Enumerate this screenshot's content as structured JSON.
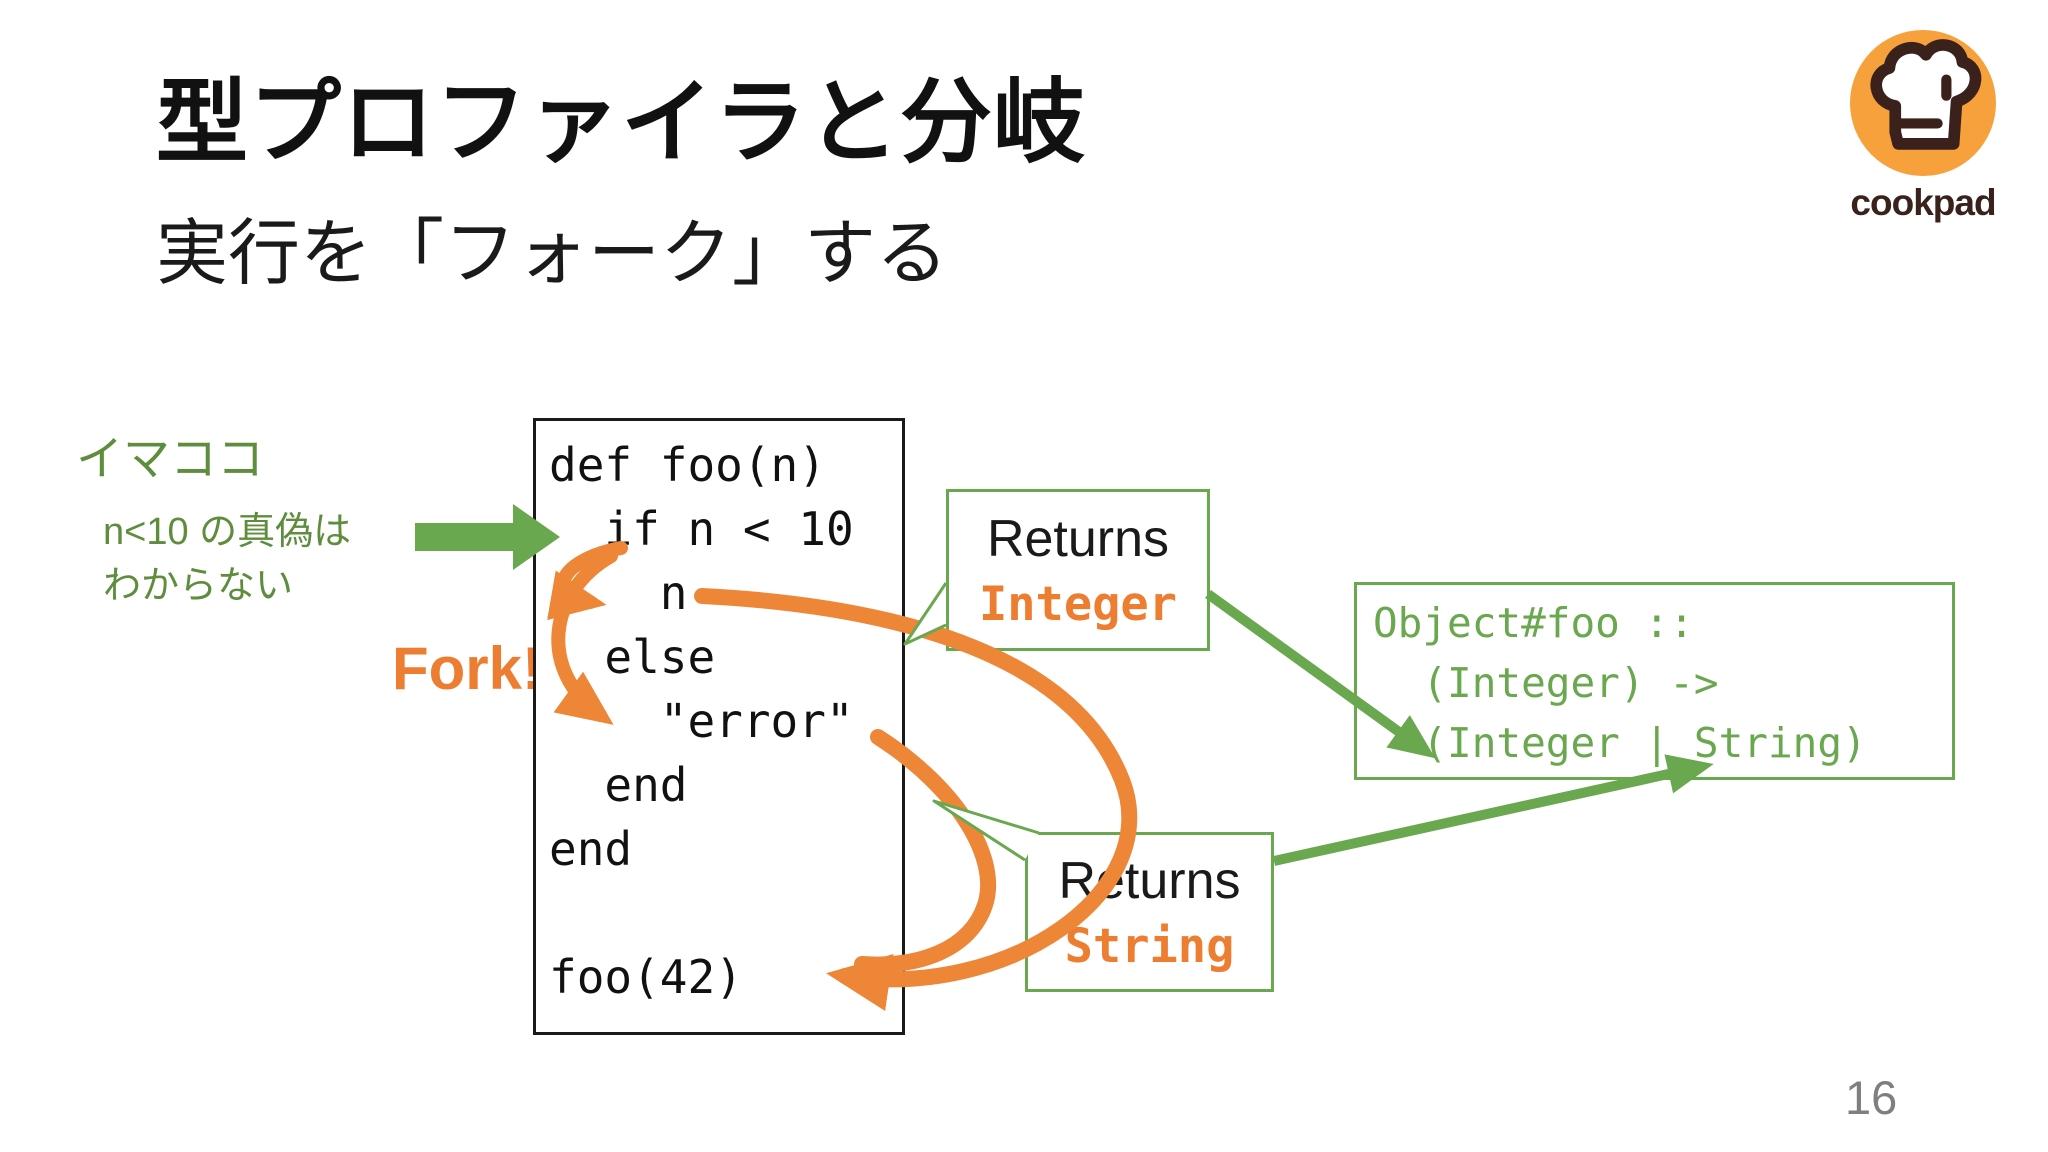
{
  "slide": {
    "title": "型プロファイラと分岐",
    "subtitle": "実行を「フォーク」する",
    "page_number": "16"
  },
  "logo": {
    "brand": "cookpad",
    "icon": "chef-hat-icon",
    "circle_color": "#F6A13B",
    "glyph_color": "#3B211C"
  },
  "annotation": {
    "now_here": "イマココ",
    "line1": "n<10 の真偽は",
    "line2": "わからない"
  },
  "fork_label": "Fork!",
  "code": {
    "lines": [
      "def foo(n)",
      "  if n < 10",
      "    n",
      "  else",
      "    \"error\"",
      "  end",
      "end",
      "",
      "foo(42)"
    ]
  },
  "bubbles": {
    "integer": {
      "prefix": "Returns",
      "type": "Integer"
    },
    "string": {
      "prefix": "Returns",
      "type": "String"
    }
  },
  "signature_box": {
    "line1": "Object#foo ::",
    "line2": "  (Integer) ->",
    "line3": "  (Integer | String)"
  },
  "colors": {
    "green": "#6AA84F",
    "green_text": "#5E8D3E",
    "orange_text": "#ED7D31",
    "orange_arrow": "#EE8638",
    "code_text": "#111111",
    "page_number": "#7F7F7F"
  }
}
